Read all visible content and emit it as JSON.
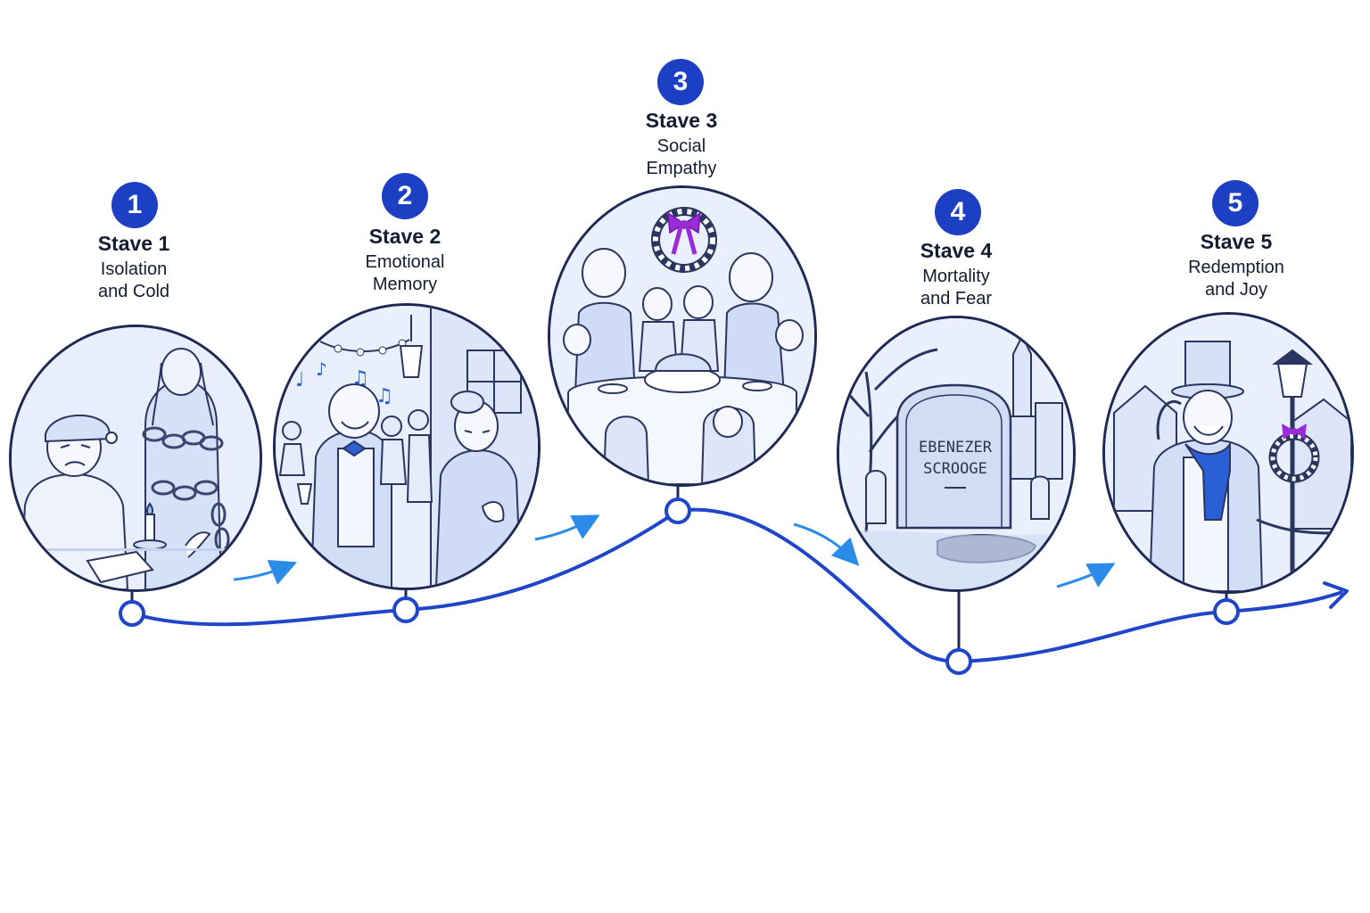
{
  "staves": [
    {
      "number": "1",
      "title": "Stave 1",
      "subtitle": [
        "Isolation",
        "and Cold"
      ],
      "scene": "scrooge-alone-with-marley-ghost-in-chains"
    },
    {
      "number": "2",
      "title": "Stave 2",
      "subtitle": [
        "Emotional",
        "Memory"
      ],
      "scene": "fezziwig-party-and-belle-farewell"
    },
    {
      "number": "3",
      "title": "Stave 3",
      "subtitle": [
        "Social",
        "Empathy"
      ],
      "scene": "cratchit-family-christmas-dinner"
    },
    {
      "number": "4",
      "title": "Stave 4",
      "subtitle": [
        "Mortality",
        "and Fear"
      ],
      "scene": "scrooge-gravestone-in-churchyard"
    },
    {
      "number": "5",
      "title": "Stave 5",
      "subtitle": [
        "Redemption",
        "and Joy"
      ],
      "scene": "joyful-scrooge-with-wreath-and-lamp"
    }
  ],
  "gravestone": {
    "line1": "EBENEZER",
    "line2": "SCROOGE"
  },
  "colors": {
    "badge": "#1d3fc4",
    "curve": "#1f46c9",
    "arrow": "#2a8be8",
    "outline": "#1e2a55",
    "scene_fill": "#edf2fc",
    "accent_bow": "#9b2bd6"
  },
  "icons": [
    "timeline-arrow-icon",
    "progress-arrow-icon",
    "music-note-icon",
    "chain-icon",
    "candle-icon",
    "wreath-icon",
    "lamp-post-icon"
  ]
}
